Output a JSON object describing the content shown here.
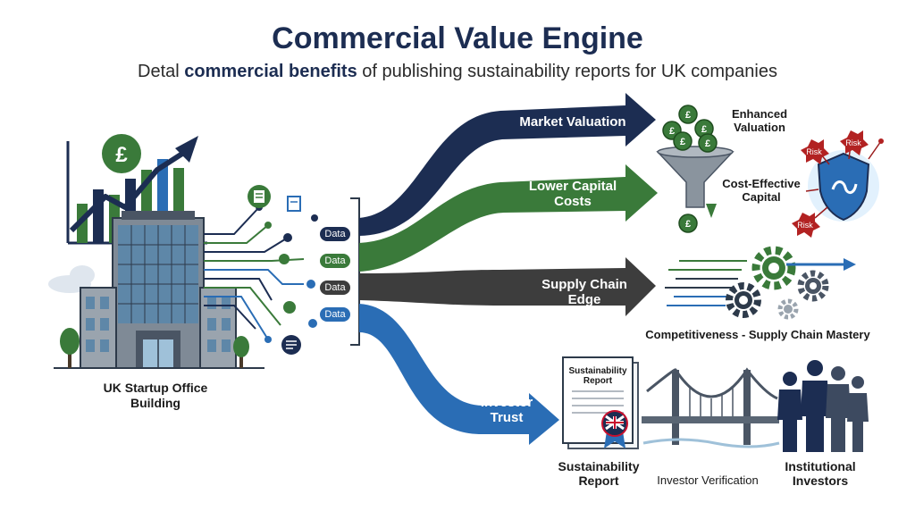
{
  "header": {
    "title": "Commercial Value Engine",
    "subtitle_pre": "Detal ",
    "subtitle_bold": "commercial benefits",
    "subtitle_post": " of publishing sustainability reports for UK companies"
  },
  "source": {
    "label_line1": "UK Startup Office",
    "label_line2": "Building",
    "currency_symbol": "£"
  },
  "data_pills": [
    {
      "label": "Data",
      "color": "#1c2d52"
    },
    {
      "label": "Data",
      "color": "#3a7a3a"
    },
    {
      "label": "Data",
      "color": "#3d3d3d"
    },
    {
      "label": "Data",
      "color": "#2a6db5"
    }
  ],
  "streams": [
    {
      "label_line1": "Market Valuation",
      "label_line2": "",
      "color": "#1c2d52"
    },
    {
      "label_line1": "Lower Capital",
      "label_line2": "Costs",
      "color": "#3a7a3a"
    },
    {
      "label_line1": "Supply Chain",
      "label_line2": "Edge",
      "color": "#3d3d3d"
    },
    {
      "label_line1": "Investor",
      "label_line2": "Trust",
      "color": "#2a6db5"
    }
  ],
  "outcomes": {
    "valuation_line1": "Enhanced",
    "valuation_line2": "Valuation",
    "capital_line1": "Cost-Effective",
    "capital_line2": "Capital",
    "risk_tag": "Risk",
    "competitiveness": "Competitiveness - Supply Chain Mastery",
    "report_doc_line1": "Sustainability",
    "report_doc_line2": "Report",
    "report_label_line1": "Sustainability",
    "report_label_line2": "Report",
    "verification": "Investor Verification",
    "investors_line1": "Institutional",
    "investors_line2": "Investors"
  }
}
